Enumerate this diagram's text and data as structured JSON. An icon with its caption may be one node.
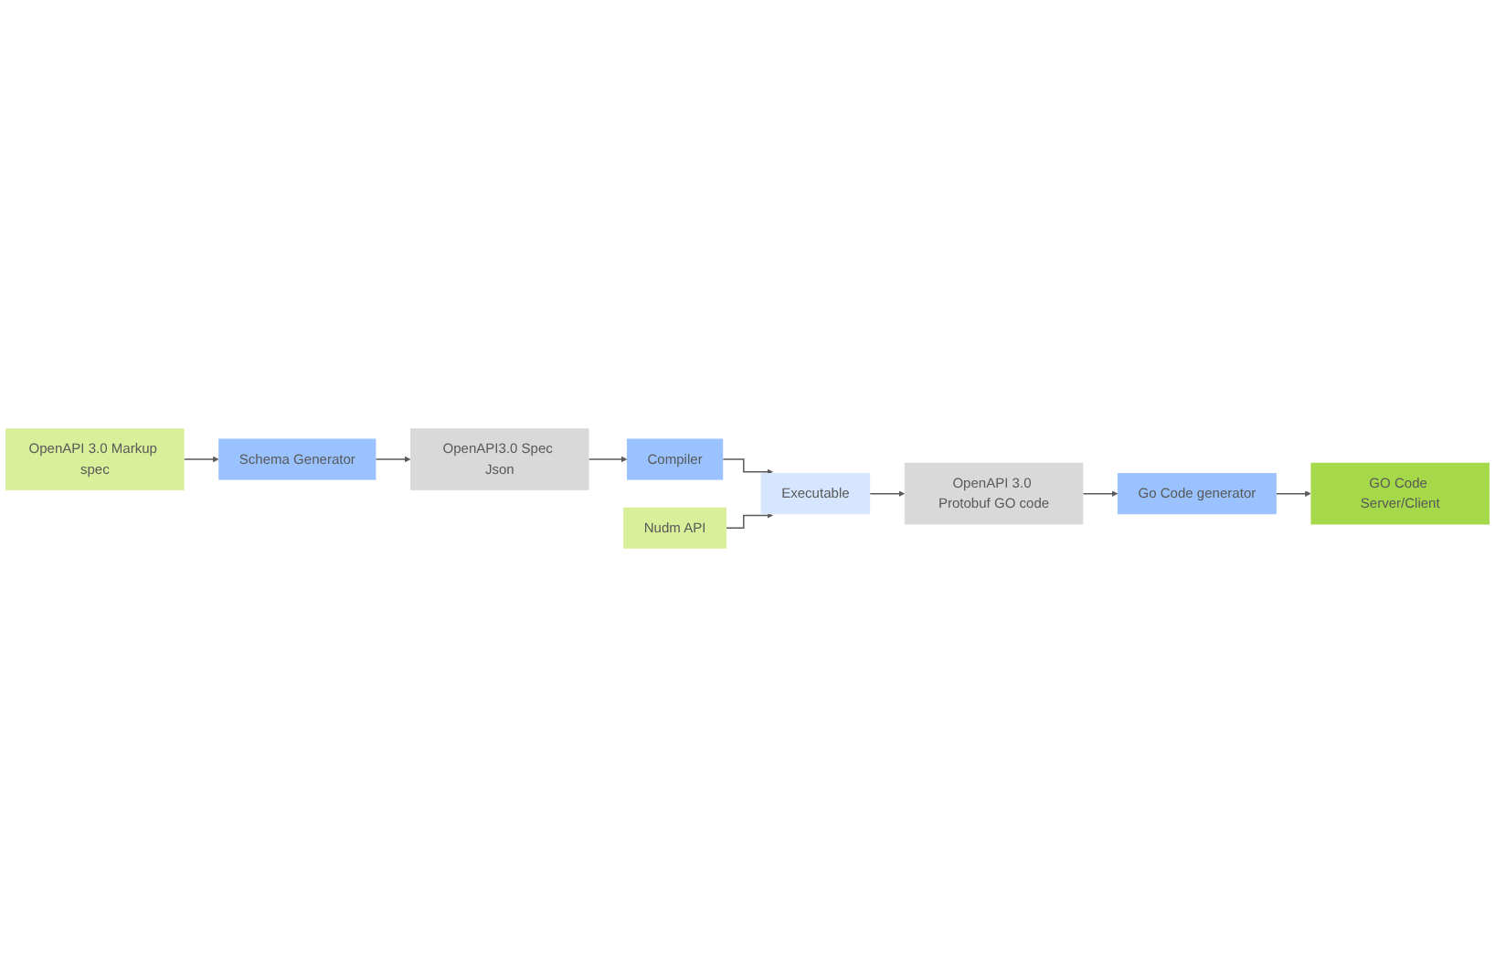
{
  "diagram": {
    "nodes": [
      {
        "text": [
          "OpenAPI 3.0 Markup spec"
        ]
      },
      {
        "text": [
          "Schema Generator"
        ]
      },
      {
        "text": [
          "OpenAPI3.0 Spec Json"
        ]
      },
      {
        "text": [
          "Compiler"
        ]
      },
      {
        "text": [
          "Executable"
        ]
      },
      {
        "text": [
          "OpenAPI 3.0 Protobuf GO code"
        ]
      },
      {
        "text": [
          "Nudm API"
        ]
      },
      {
        "text": [
          "Go Code generator"
        ]
      },
      {
        "text": [
          "GO Code Server/Client"
        ]
      }
    ],
    "edges": [
      {
        "from": 0,
        "to": 1,
        "arrow": "to"
      },
      {
        "from": 1,
        "to": 2,
        "arrow": "to"
      },
      {
        "from": 2,
        "to": 3,
        "arrow": "to"
      },
      {
        "from": 3,
        "to": 4,
        "arrow": "to"
      },
      {
        "from": 6,
        "to": 4,
        "arrow": "to"
      },
      {
        "from": 4,
        "to": 5,
        "arrow": "to"
      },
      {
        "from": 5,
        "to": 7,
        "arrow": "to"
      },
      {
        "from": 7,
        "to": 8,
        "arrow": "to"
      }
    ]
  }
}
